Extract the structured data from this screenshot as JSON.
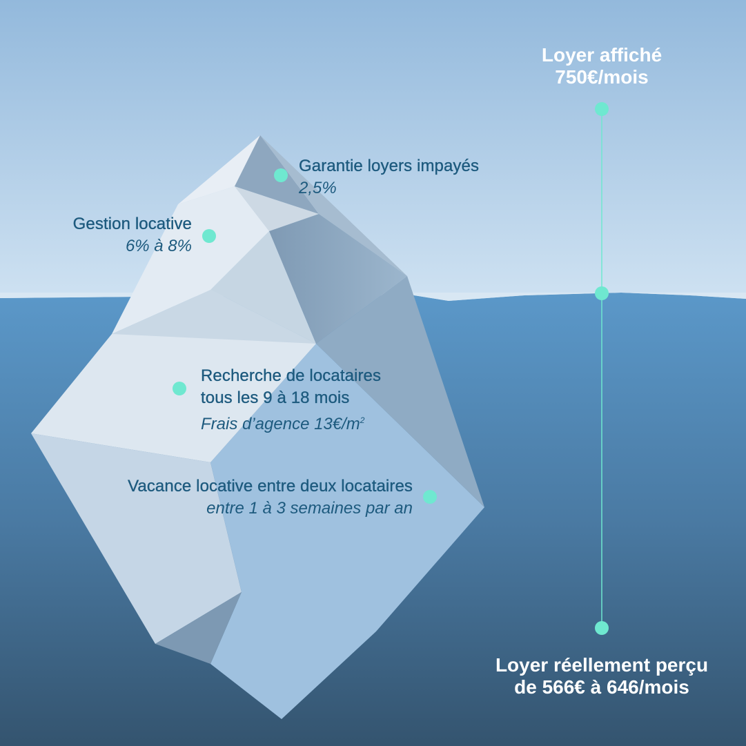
{
  "colors": {
    "accent_dot": "#6fe8d0",
    "label_text": "#1d5a7e",
    "sky_top": "#93b9dc",
    "sky_bottom": "#c9def0",
    "water_top": "#5b98c9",
    "water_bottom": "#34546f"
  },
  "labels": {
    "garantie": {
      "title": "Garantie loyers impayés",
      "sub": "2,5%"
    },
    "gestion": {
      "title": "Gestion locative",
      "sub": "6% à 8%"
    },
    "recherche": {
      "title_line1": "Recherche de locataires",
      "title_line2": "tous les 9 à 18 mois",
      "sub": "Frais d’agence 13€/m",
      "sub_sup": "2"
    },
    "vacance": {
      "title": "Vacance locative entre deux locataires",
      "sub": "entre 1 à 3 semaines par an"
    }
  },
  "scale": {
    "top_line1": "Loyer affiché",
    "top_line2": "750€/mois",
    "bottom_line1": "Loyer réellement perçu",
    "bottom_line2": "de 566€ à 646/mois"
  }
}
